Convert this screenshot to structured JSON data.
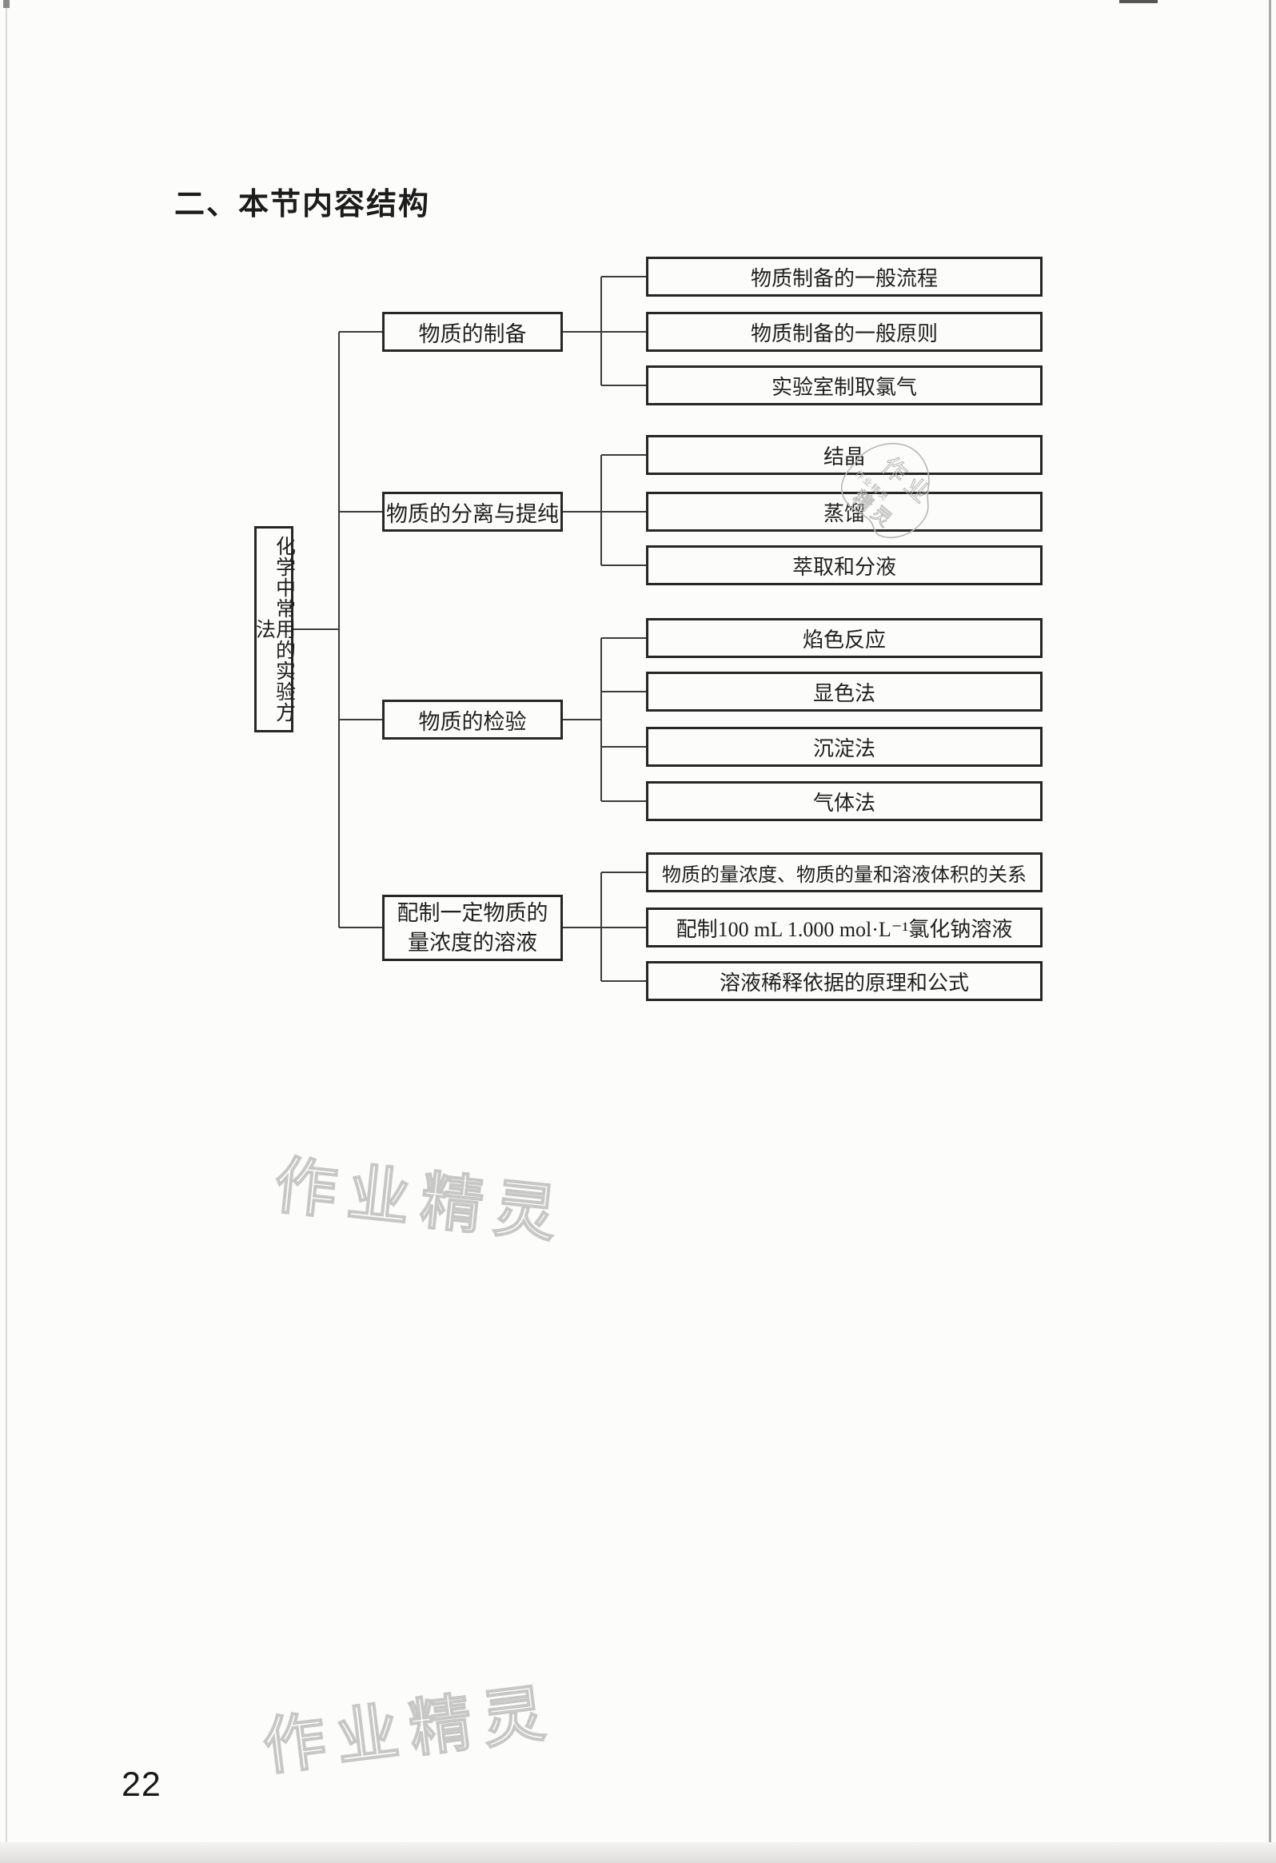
{
  "page": {
    "title": "二、本节内容结构",
    "page_number": "22",
    "watermark_text": "作业精灵"
  },
  "stamp": {
    "line1": "作业",
    "line2": "精灵",
    "small_text": "作业精灵"
  },
  "tree": {
    "root": "化学中常用的实验方法",
    "branches": [
      {
        "label": "物质的制备",
        "leaves": [
          "物质制备的一般流程",
          "物质制备的一般原则",
          "实验室制取氯气"
        ]
      },
      {
        "label": "物质的分离与提纯",
        "leaves": [
          "结晶",
          "蒸馏",
          "萃取和分液"
        ]
      },
      {
        "label": "物质的检验",
        "leaves": [
          "焰色反应",
          "显色法",
          "沉淀法",
          "气体法"
        ]
      },
      {
        "label": "配制一定物质的量浓度的溶液",
        "leaves": [
          "物质的量浓度、物质的量和溶液体积的关系",
          "配制100 mL 1.000 mol·L⁻¹氯化钠溶液",
          "溶液稀释依据的原理和公式"
        ]
      }
    ]
  },
  "colors": {
    "box_border": "#262626",
    "connector_line": "#3c3c3c",
    "watermark_outline": "#c7c7c5",
    "paper": "#fcfcfa"
  }
}
